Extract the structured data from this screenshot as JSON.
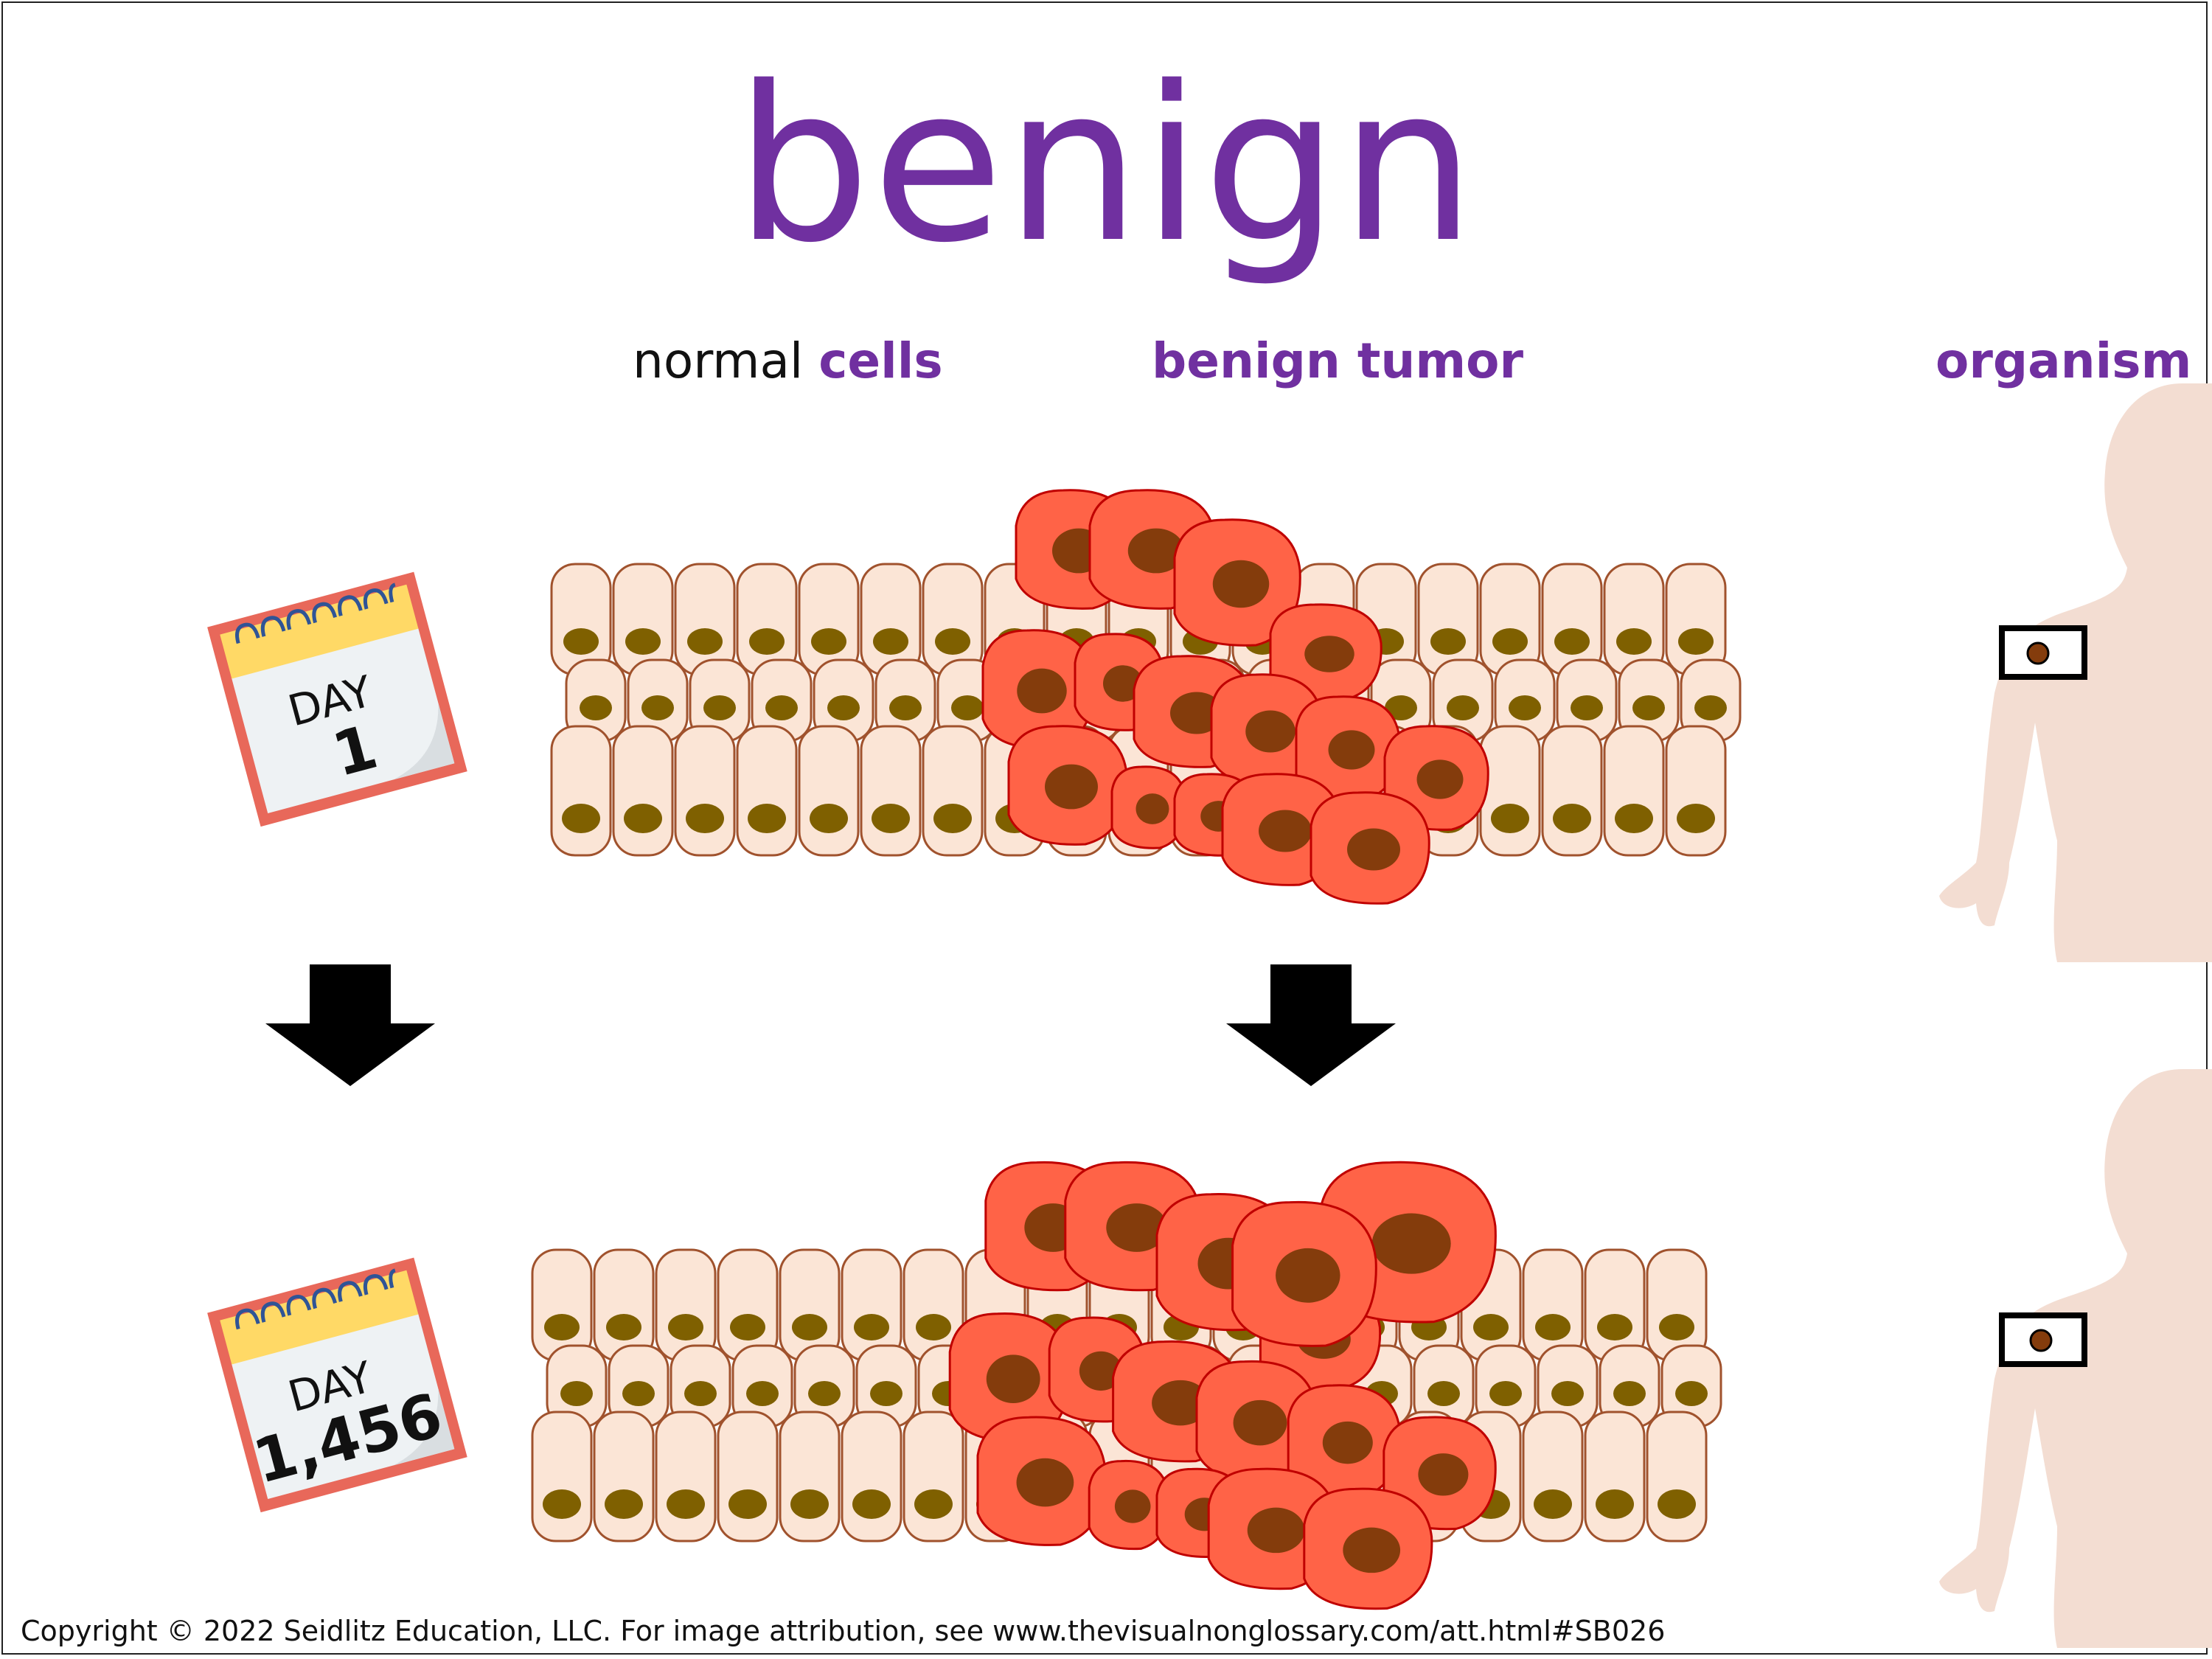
{
  "title": "benign",
  "labels": {
    "normal": "normal",
    "cells": "cells",
    "benign_tumor": "benign tumor",
    "organism": "organism"
  },
  "calendars": [
    {
      "label": "DAY",
      "number": "1"
    },
    {
      "label": "DAY",
      "number": "1,456"
    }
  ],
  "footer": "Copyright © 2022 Seidlitz Education, LLC.  For image attribution, see www.thevisualnonglossary.com/att.html#SB026",
  "colors": {
    "title": "#7030a0",
    "normal_cell": "#fbe5d6",
    "normal_cell_border": "#a0522d",
    "normal_nucleus": "#7f6000",
    "tumor_cell": "#ff6347",
    "tumor_border": "#c00000",
    "tumor_nucleus": "#843c0c",
    "silhouette": "#f3ddd2",
    "calendar_border": "#e8685a",
    "calendar_top": "#ffd966"
  }
}
